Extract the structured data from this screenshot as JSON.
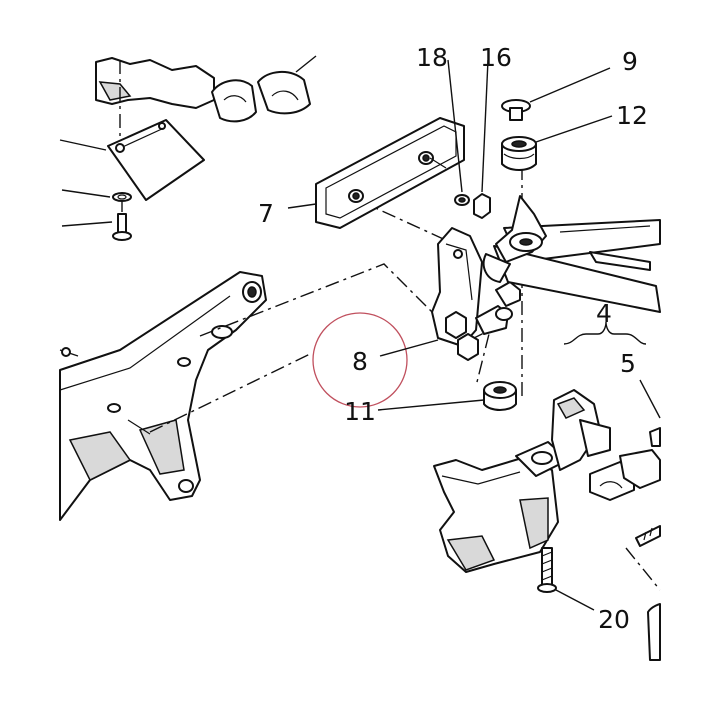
{
  "diagram": {
    "callouts": {
      "c18": "18",
      "c16": "16",
      "c9": "9",
      "c12": "12",
      "c7": "7",
      "c4": "4",
      "c5": "5",
      "c8": "8",
      "c11": "11",
      "c20": "20"
    },
    "highlight_color": "#c0505e",
    "line_color": "#111111"
  }
}
